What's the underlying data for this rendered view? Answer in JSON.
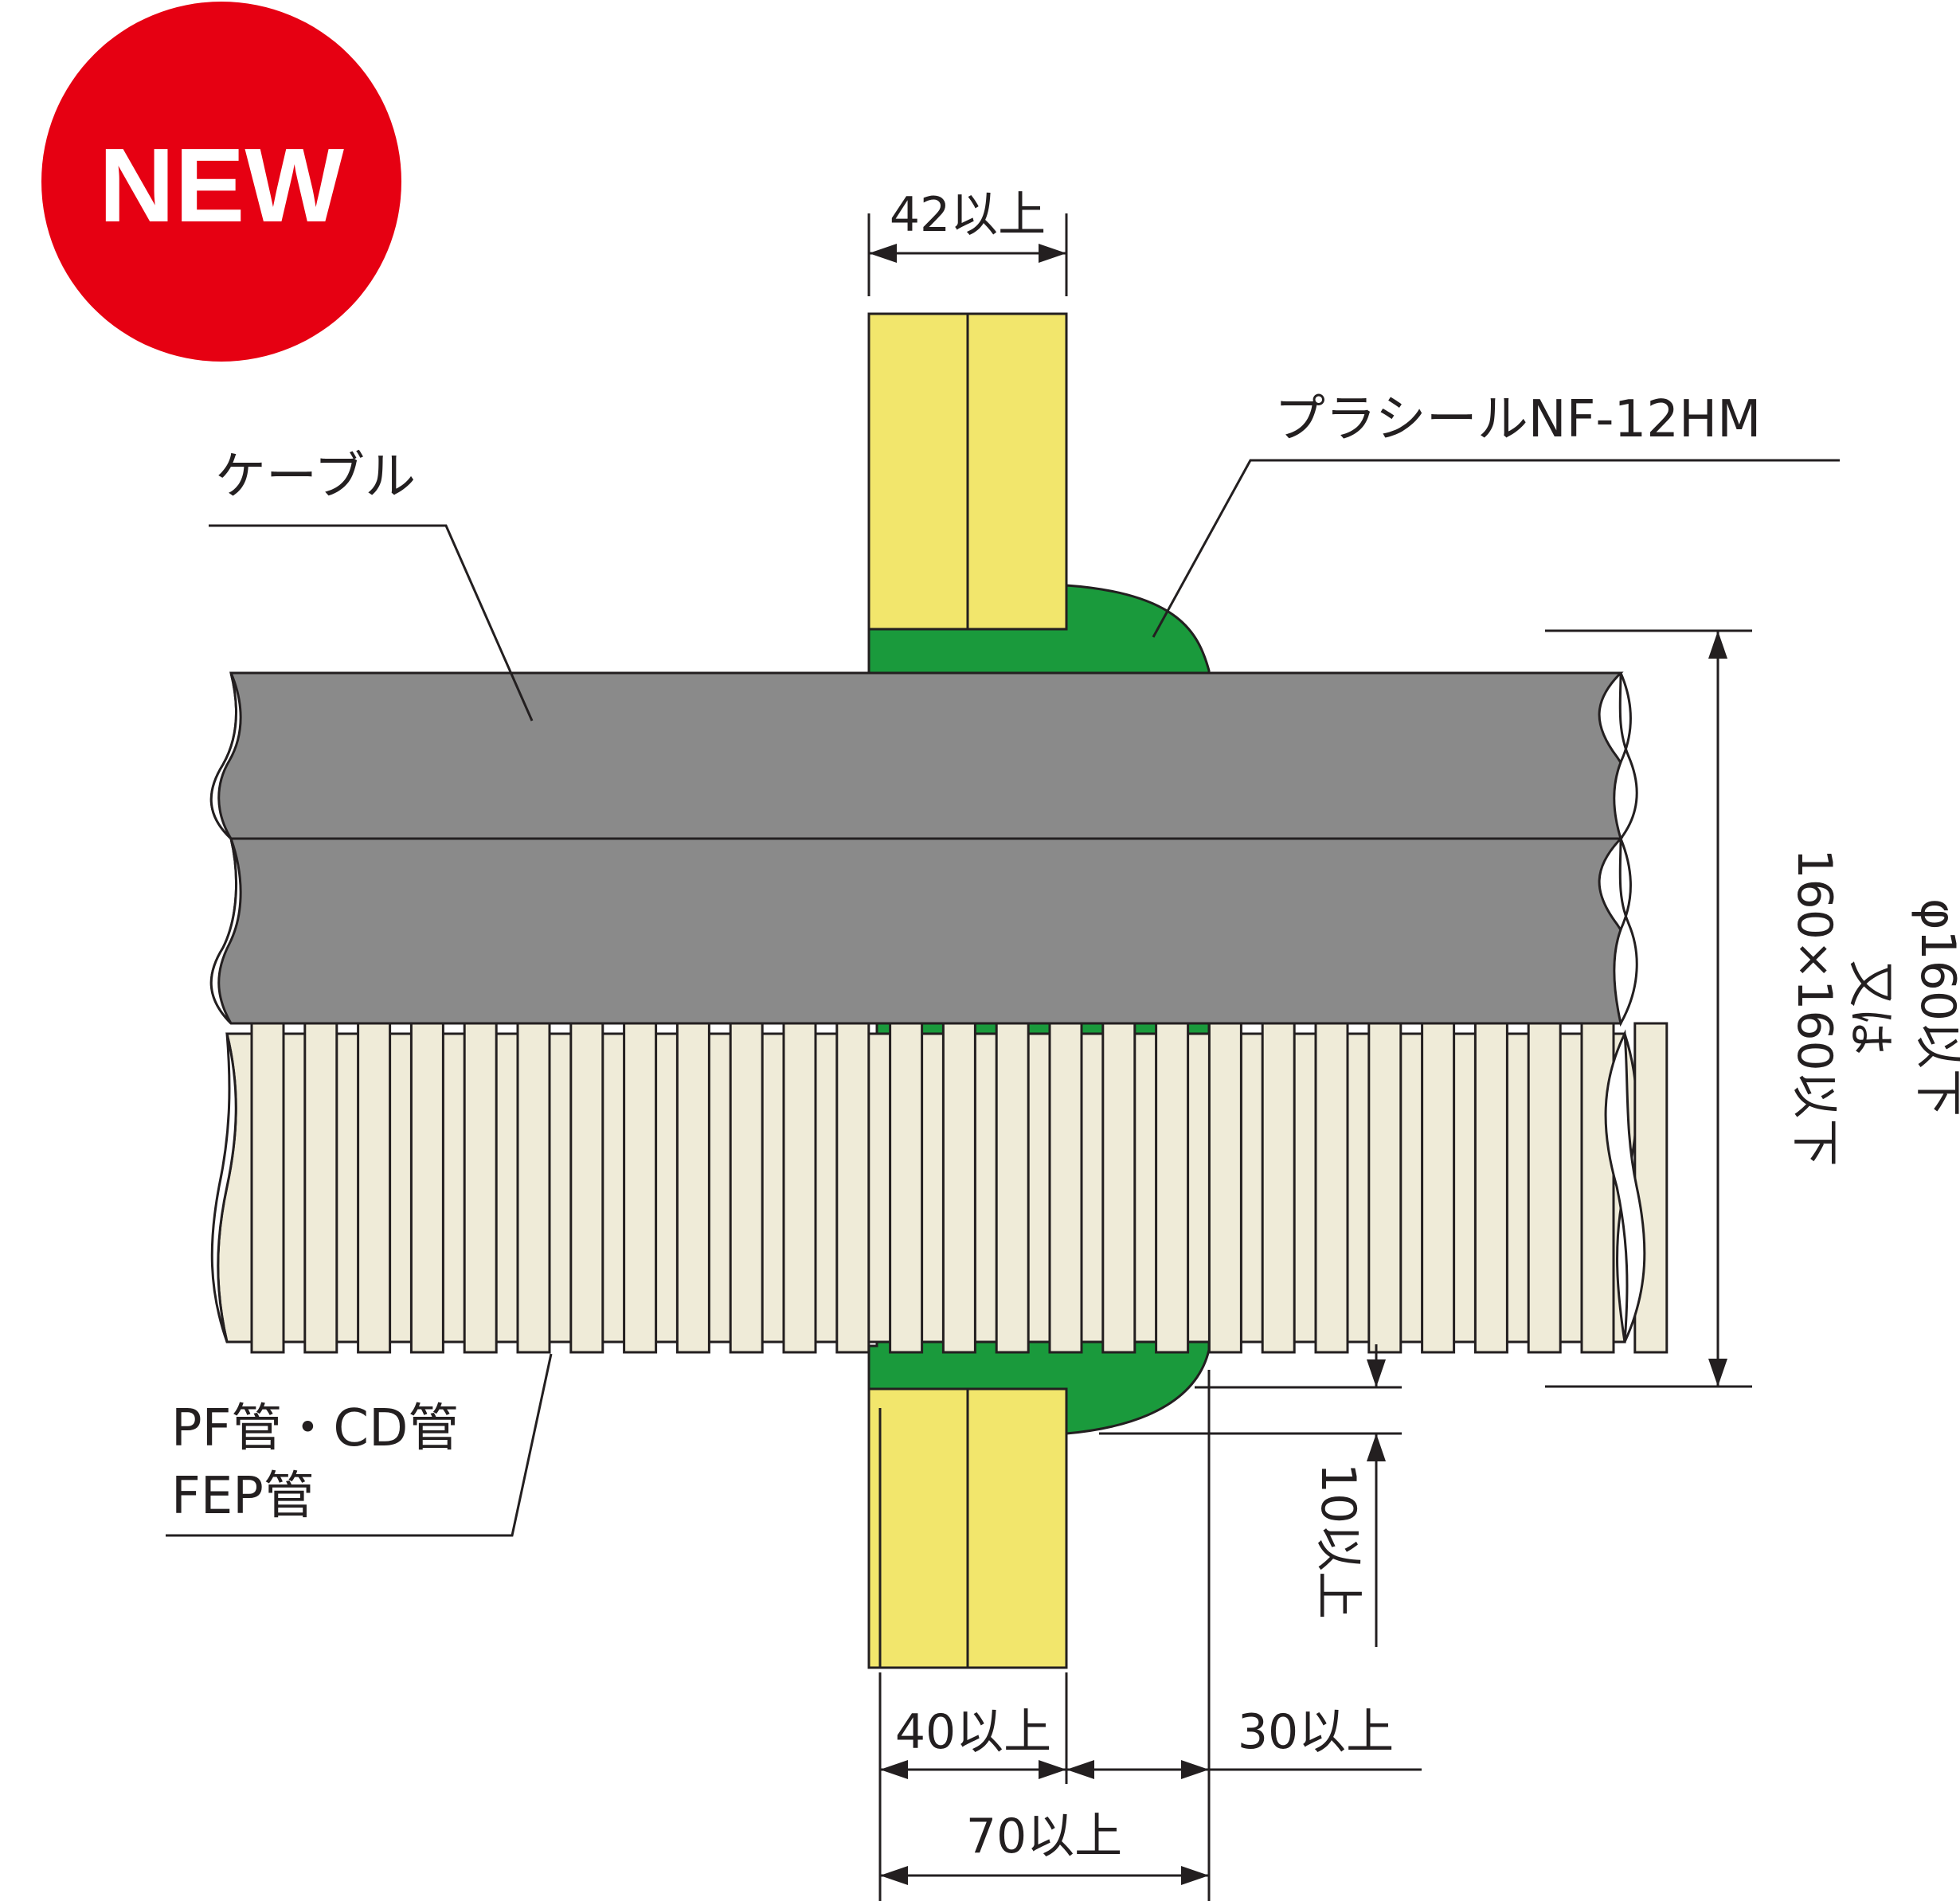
{
  "badge": {
    "text": "NEW"
  },
  "labels": {
    "cable": "ケーブル",
    "sealant": "プラシールNF-12HM",
    "pipe_line1": "PF管・CD管",
    "pipe_line2": "FEP管"
  },
  "dimensions": {
    "wall_top": "42以上",
    "wall_bottom": "40以上",
    "overhang": "30以上",
    "total": "70以上",
    "clearance": "10以上",
    "opening_line1": "160×160以下",
    "opening_line2": "又は",
    "opening_line3": "φ160以下"
  },
  "colors": {
    "badge_red": "#e60012",
    "wall_yellow": "#f2e66c",
    "sealant_green": "#1a9a3c",
    "cable_gray": "#8a8a8a",
    "pipe_cream": "#efebd8",
    "line": "#231f20"
  }
}
